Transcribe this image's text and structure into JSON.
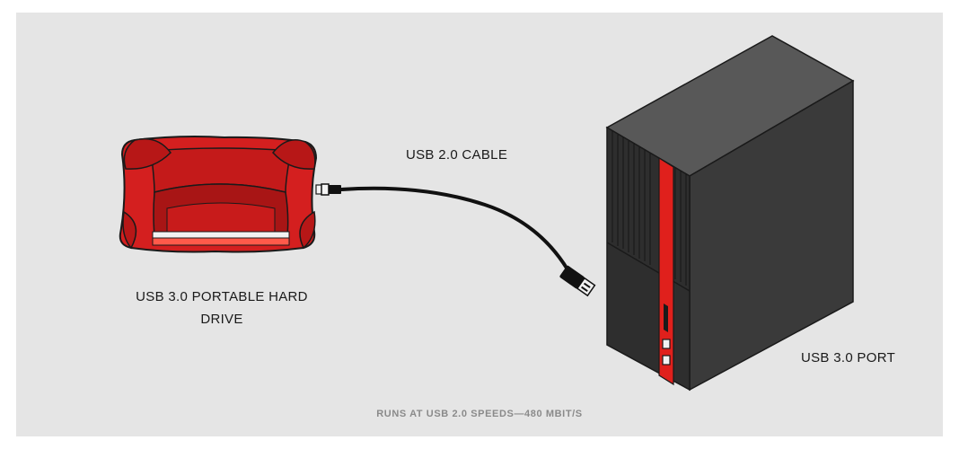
{
  "labels": {
    "cable": "USB 2.0 CABLE",
    "drive": "USB 3.0 PORTABLE HARD DRIVE",
    "port": "USB 3.0 PORT",
    "footnote": "RUNS AT USB 2.0 SPEEDS—480 MBIT/S"
  },
  "colors": {
    "background": "#e5e5e5",
    "drive_red": "#d41f1f",
    "drive_dark_red": "#9e1414",
    "tower_top": "#585858",
    "tower_front": "#2f2f2f",
    "tower_side": "#3c3c3c",
    "accent_red": "#e0201c",
    "cable": "#111111"
  },
  "icons": {
    "drive": "portable-hard-drive-icon",
    "cable": "usb-cable-icon",
    "computer": "desktop-tower-icon"
  }
}
